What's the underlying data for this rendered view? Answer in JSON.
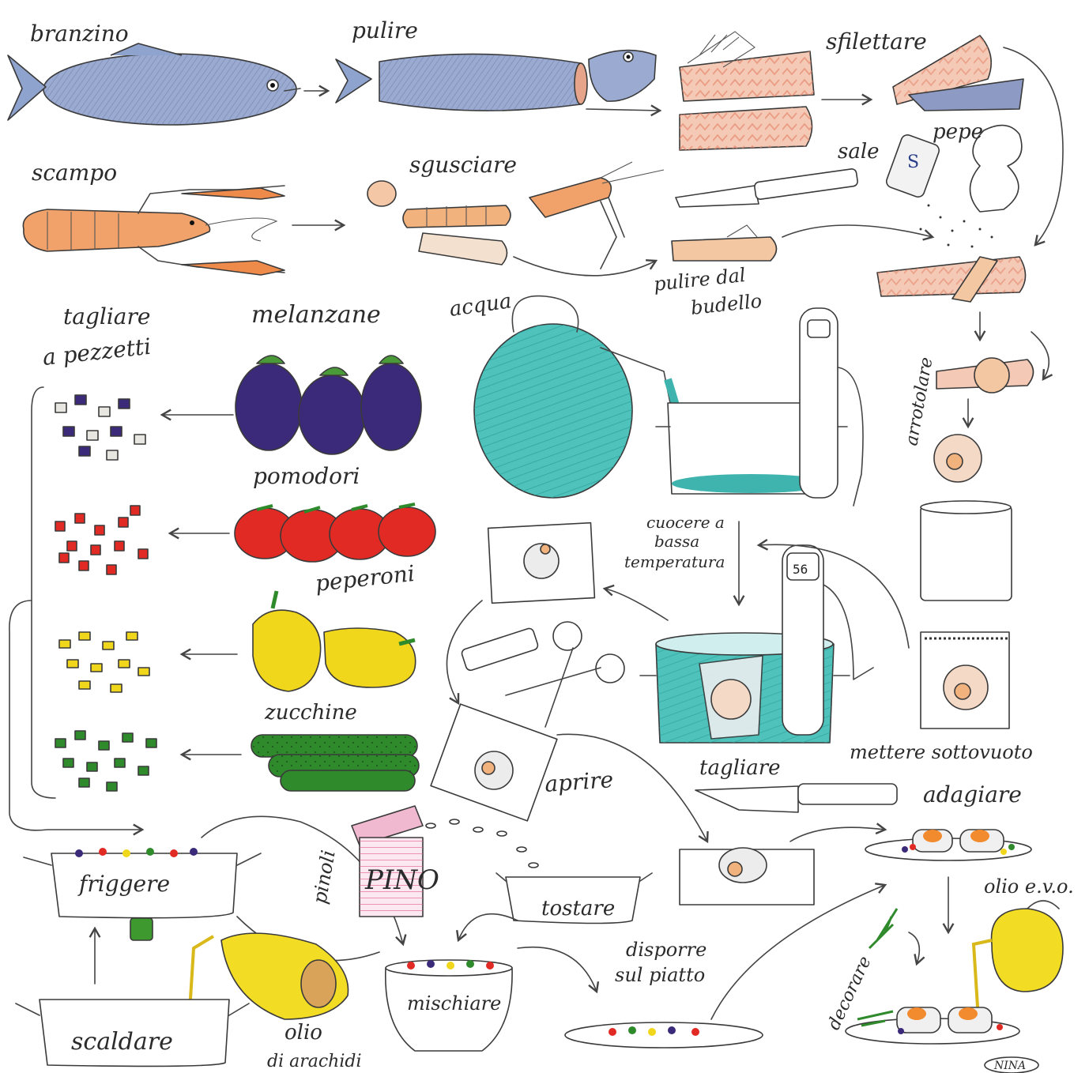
{
  "labels": {
    "branzino": "branzino",
    "pulire": "pulire",
    "sfilettare": "sfilettare",
    "scampo": "scampo",
    "sgusciare": "sgusciare",
    "sale": "sale",
    "pepe": "pepe",
    "pulire_dal": "pulire dal",
    "budello": "budello",
    "acqua": "acqua",
    "tagliare_1": "tagliare",
    "tagliare_2": "a pezzetti",
    "melanzane": "melanzane",
    "pomodori": "pomodori",
    "peperoni": "peperoni",
    "zucchine": "zucchine",
    "arrotolare": "arrotolare",
    "cuocere_1": "cuocere a",
    "cuocere_2": "bassa",
    "cuocere_3": "temperatura",
    "thermo_display": "56",
    "mettere_sottovuoto": "mettere sottovuoto",
    "aprire": "aprire",
    "tagliare_knife": "tagliare",
    "adagiare": "adagiare",
    "olio_evo": "olio e.v.o.",
    "pinoli": "pinoli",
    "can_label": "PINO",
    "friggere": "friggere",
    "tostare": "tostare",
    "disporre_1": "disporre",
    "disporre_2": "sul piatto",
    "mischiare": "mischiare",
    "decorare": "decorare",
    "scaldare": "scaldare",
    "olio_arachidi_1": "olio",
    "olio_arachidi_2": "di arachidi",
    "signature": "NINA"
  },
  "colors": {
    "fish": "#8a9cc4",
    "scampo": "#e98a4a",
    "fillet": "#f2c3ad",
    "water": "#3fb3ad",
    "eggplant": "#3b2a7a",
    "tomato": "#e12a23",
    "pepper": "#f1d71c",
    "zucchini": "#2f8a2c",
    "oil": "#f2dc24"
  }
}
